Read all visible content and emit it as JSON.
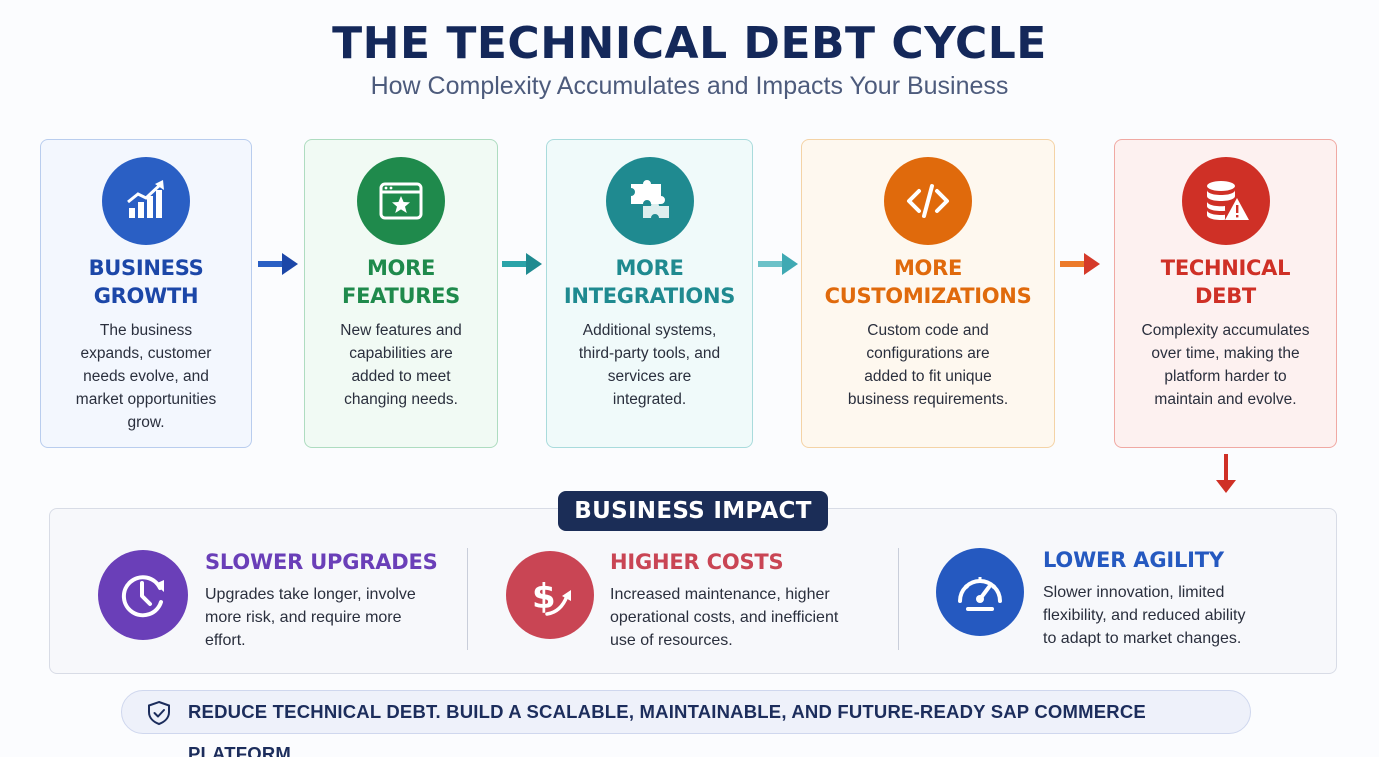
{
  "header": {
    "title": "THE TECHNICAL DEBT CYCLE",
    "subtitle": "How Complexity Accumulates and Impacts Your Business"
  },
  "cycle": [
    {
      "title": "BUSINESS\nGROWTH",
      "description": "The business\nexpands, customer\nneeds evolve, and\nmarket opportunities\ngrow.",
      "icon": "growth-chart-icon",
      "color": "#2a5fc4"
    },
    {
      "title": "MORE\nFEATURES",
      "description": "New features and\ncapabilities are\nadded to meet\nchanging needs.",
      "icon": "browser-star-icon",
      "color": "#1f8a4c"
    },
    {
      "title": "MORE\nINTEGRATIONS",
      "description": "Additional systems,\nthird-party tools, and\nservices are\nintegrated.",
      "icon": "puzzle-icon",
      "color": "#1f8a90"
    },
    {
      "title": "MORE\nCUSTOMIZATIONS",
      "description": "Custom code and\nconfigurations are\nadded to fit unique\nbusiness requirements.",
      "icon": "code-icon",
      "color": "#e06a0c"
    },
    {
      "title": "TECHNICAL\nDEBT",
      "description": "Complexity accumulates\nover time, making the\nplatform harder to\nmaintain and evolve.",
      "icon": "database-warning-icon",
      "color": "#cf3026"
    }
  ],
  "impact": {
    "label": "BUSINESS IMPACT",
    "items": [
      {
        "title": "SLOWER UPGRADES",
        "description": "Upgrades take longer, involve\nmore risk, and require more\neffort.",
        "icon": "clock-icon",
        "color": "#6a3fb8"
      },
      {
        "title": "HIGHER COSTS",
        "description": "Increased maintenance, higher\noperational costs, and inefficient\nuse of resources.",
        "icon": "dollar-arrow-icon",
        "color": "#c94554"
      },
      {
        "title": "LOWER AGILITY",
        "description": "Slower innovation, limited\nflexibility, and reduced ability\nto adapt to market changes.",
        "icon": "speedometer-icon",
        "color": "#2559c0"
      }
    ]
  },
  "footer": {
    "text": "REDUCE TECHNICAL DEBT. BUILD A SCALABLE, MAINTAINABLE, AND FUTURE-READY SAP COMMERCE PLATFORM.",
    "icon": "shield-check-icon"
  }
}
